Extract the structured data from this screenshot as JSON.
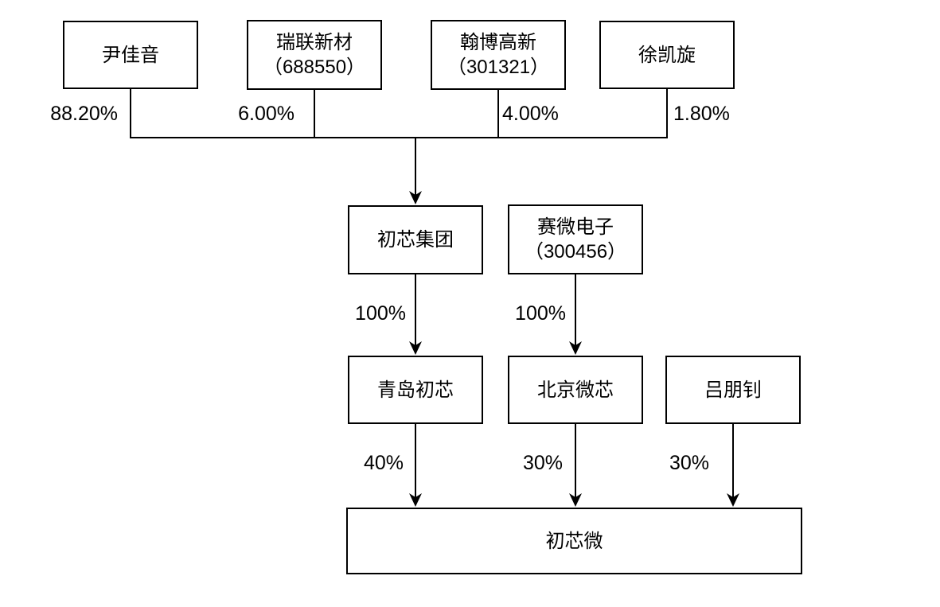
{
  "diagram": {
    "kind": "equity-ownership-structure",
    "background_color": "#ffffff",
    "line_color": "#000000",
    "nodes": {
      "yinjiayin": {
        "label": "尹佳音"
      },
      "ruilian": {
        "label": "瑞联新材",
        "code": "（688550）"
      },
      "hanbo": {
        "label": "翰博高新",
        "code": "（301321）"
      },
      "xukaixuan": {
        "label": "徐凯旋"
      },
      "chuxin_group": {
        "label": "初芯集团"
      },
      "saiwei": {
        "label": "赛微电子",
        "code": "（300456）"
      },
      "qingdao": {
        "label": "青岛初芯"
      },
      "beijing": {
        "label": "北京微芯"
      },
      "lvpengzhao": {
        "label": "吕朋钊"
      },
      "chuxinwei": {
        "label": "初芯微"
      }
    },
    "edges": {
      "yinjiayin_to_group": {
        "pct": "88.20%"
      },
      "ruilian_to_group": {
        "pct": "6.00%"
      },
      "hanbo_to_group": {
        "pct": "4.00%"
      },
      "xukaixuan_to_group": {
        "pct": "1.80%"
      },
      "group_to_qingdao": {
        "pct": "100%"
      },
      "saiwei_to_beijing": {
        "pct": "100%"
      },
      "qingdao_to_chuxinwei": {
        "pct": "40%"
      },
      "beijing_to_chuxinwei": {
        "pct": "30%"
      },
      "lvpengzhao_to_chuxinwei": {
        "pct": "30%"
      }
    }
  }
}
